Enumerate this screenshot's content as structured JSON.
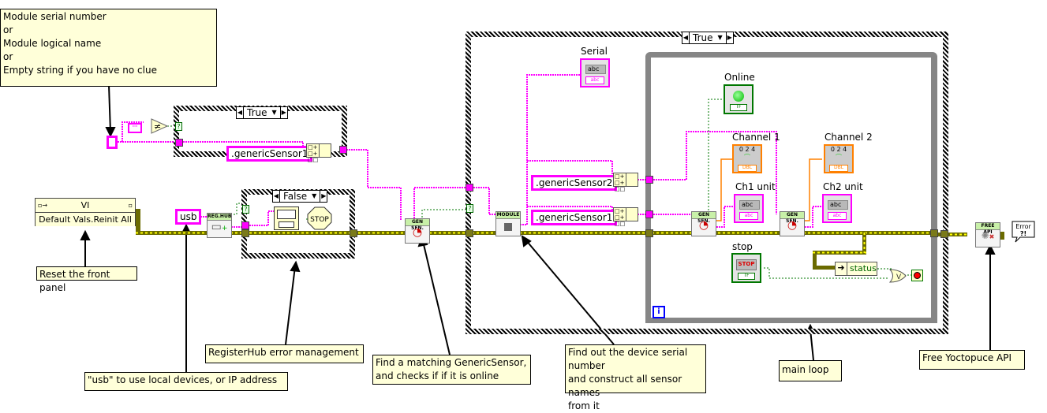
{
  "comments": {
    "module_input": "Module serial number\nor\nModule  logical name\nor\nEmpty string if you have no clue",
    "reset_panel": "Reset the front panel",
    "usb_hint": "\"usb\" to use local devices, or IP address",
    "registerhub_error": "RegisterHub error management",
    "find_sensor": "Find a matching GenericSensor,\nand checks if if it is online",
    "find_serial": "Find out the device serial number\nand construct all sensor names\nfrom it",
    "main_loop": "main loop",
    "free_api": "Free Yoctopuce API"
  },
  "case_structures": [
    {
      "selector": "True"
    },
    {
      "selector": "False"
    },
    {
      "selector": "True"
    }
  ],
  "constants": {
    "generic_sensor1_top": ".genericSensor1",
    "generic_sensor2": ".genericSensor2",
    "generic_sensor1_loop": ".genericSensor1",
    "usb": "usb"
  },
  "invoke_node": {
    "class": "VI",
    "method": "Default Vals.Reinit All"
  },
  "subvis": {
    "reg_hub": "REG.HUB",
    "gen_sen": "GEN SEN.",
    "module": "MODULE",
    "free_api": "FREE API"
  },
  "indicators": {
    "serial": {
      "label": "Serial",
      "type": "abc",
      "tag": "abc"
    },
    "online": {
      "label": "Online",
      "type": "TF"
    },
    "channel1": {
      "label": "Channel 1",
      "type": "DBL"
    },
    "channel2": {
      "label": "Channel 2",
      "type": "DBL"
    },
    "ch1_unit": {
      "label": "Ch1 unit",
      "type": "abc"
    },
    "ch2_unit": {
      "label": "Ch2 unit",
      "type": "abc"
    },
    "stop": {
      "label": "stop",
      "button_text": "STOP",
      "type": "TF"
    }
  },
  "unbundle": {
    "field": "status"
  },
  "icons": {
    "stop_sign": "STOP",
    "error_dialog": "Error ?!",
    "loop_iteration": "i",
    "or_gate": "V"
  }
}
